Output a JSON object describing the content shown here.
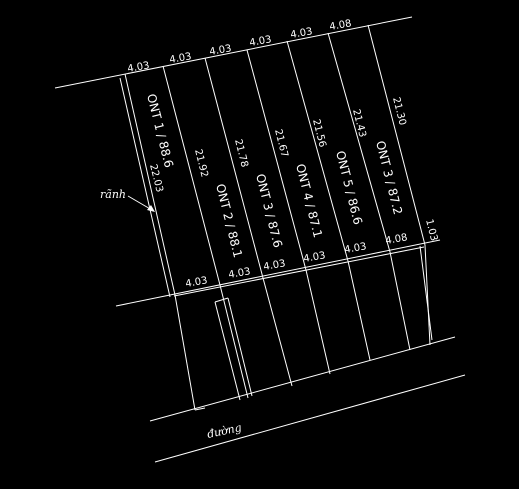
{
  "plan": {
    "top_widths": [
      "4.03",
      "4.03",
      "4.03",
      "4.03",
      "4.03",
      "4.08"
    ],
    "bottom_widths": [
      "4.03",
      "4.03",
      "4.03",
      "4.03",
      "4.03",
      "4.08"
    ],
    "side_lengths": [
      "22.03",
      "21.92",
      "21.78",
      "21.67",
      "21.56",
      "21.43",
      "21.30"
    ],
    "lots": [
      "ONT 1 / 88.6",
      "ONT 2 / 88.1",
      "ONT 3 / 87.6",
      "ONT 4 / 87.1",
      "ONT 5 / 86.6",
      "ONT 3 / 87.2"
    ],
    "edge_note": "1.03",
    "ditch_label": "rãnh",
    "road_label": "đường"
  }
}
